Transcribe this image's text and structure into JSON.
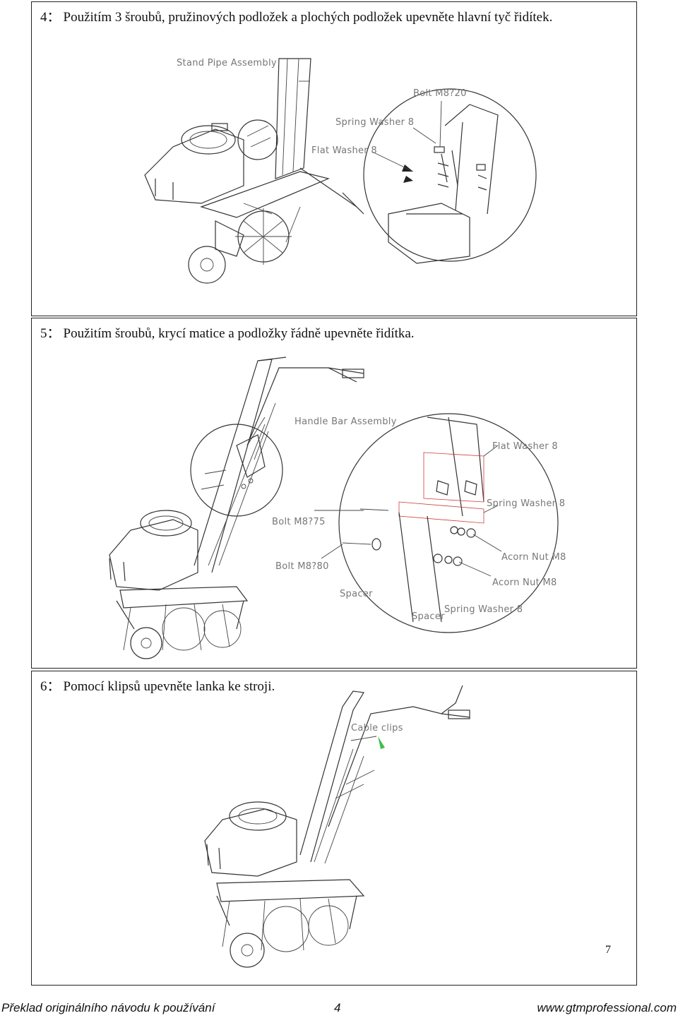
{
  "steps": [
    {
      "number": "4：",
      "text": "Použitím 3 šroubů, pružinových podložek a plochých podložek  upevněte hlavní tyč řidítek.",
      "labels": {
        "stand_pipe": "Stand Pipe Assembly",
        "bolt": "Bolt M8?20",
        "spring_washer": "Spring Washer 8",
        "flat_washer": "Flat Washer 8"
      }
    },
    {
      "number": "5：",
      "text": "Použitím šroubů, krycí matice a podložky řádně upevněte řidítka.",
      "labels": {
        "handle_bar": "Handle Bar Assembly",
        "flat_washer": "Flat Washer 8",
        "spring_washer_1": "Spring Washer 8",
        "bolt_75": "Bolt M8?75",
        "bolt_80": "Bolt M8?80",
        "acorn_nut_1": "Acorn Nut M8",
        "acorn_nut_2": "Acorn Nut M8",
        "spacer_1": "Spacer",
        "spacer_2": "Spacer",
        "spring_washer_2": "Spring Washer 8"
      }
    },
    {
      "number": "6：",
      "text": "Pomocí klipsů upevněte lanka ke stroji.",
      "labels": {
        "cable_clips": "Cable clips"
      },
      "page_number": "7"
    }
  ],
  "footer": {
    "title": "Překlad originálního návodu k používání",
    "page": "4",
    "url": "www.gtmprofessional.com"
  }
}
